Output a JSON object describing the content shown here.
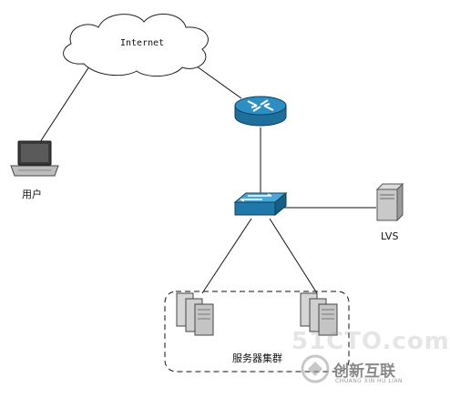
{
  "nodes": {
    "internet": {
      "label": "Internet",
      "icon": "cloud-icon"
    },
    "user": {
      "label": "用户",
      "icon": "laptop-icon"
    },
    "router": {
      "icon": "router-icon"
    },
    "switch": {
      "icon": "switch-icon"
    },
    "lvs": {
      "label": "LVS",
      "icon": "server-tower-icon"
    },
    "cluster": {
      "label": "服务器集群",
      "icon": "server-rack-icon"
    }
  },
  "watermark": {
    "site": "51CTO.com",
    "brand_name": "创新互联",
    "brand_sub": "CHUANG XIN HU LIAN"
  },
  "colors": {
    "line": "#111111",
    "network_device": "#2b8fc3",
    "server": "#c9c9c9"
  }
}
